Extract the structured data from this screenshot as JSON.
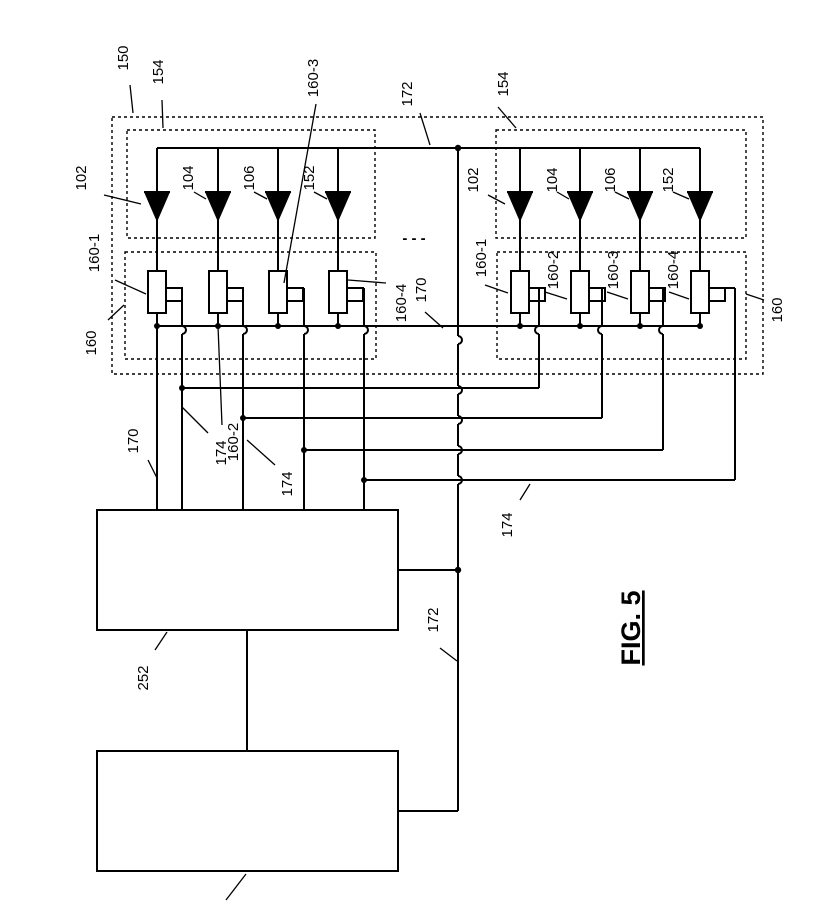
{
  "figure": {
    "title": "FIG. 5",
    "ellipsis": "- - -",
    "labels": {
      "module_outer": "150",
      "led_group_left": "154",
      "led_group_right": "154",
      "driver_group_left": "160",
      "driver_group_right": "160",
      "bus_172_top": "172",
      "bus_172_bottom": "172",
      "bus_170_left": "170",
      "bus_170_mid": "170",
      "line_174_a": "174",
      "line_174_b": "174",
      "line_174_c": "174",
      "controller": "252",
      "left_led_102": "102",
      "left_led_104": "104",
      "left_led_106": "106",
      "left_led_152": "152",
      "right_led_102": "102",
      "right_led_104": "104",
      "right_led_106": "106",
      "right_led_152": "152",
      "left_drv_1": "160-1",
      "left_drv_2": "160-2",
      "left_drv_3": "160-3",
      "left_drv_4": "160-4",
      "right_drv_1": "160-1",
      "right_drv_2": "160-2",
      "right_drv_3": "160-3",
      "right_drv_4": "160-4"
    }
  }
}
